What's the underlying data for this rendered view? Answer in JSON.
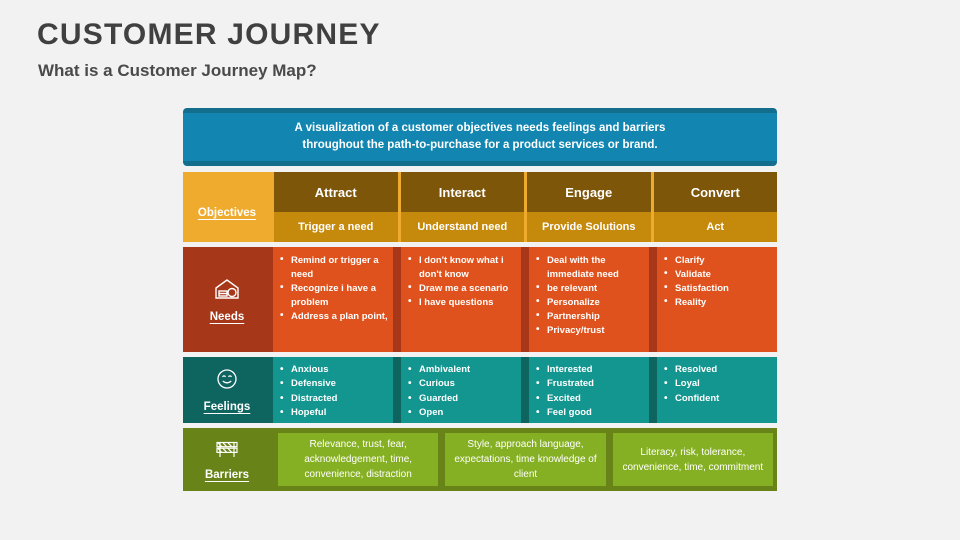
{
  "header": {
    "title": "CUSTOMER JOURNEY",
    "subtitle": "What is a Customer Journey Map?"
  },
  "banner": {
    "line1": "A visualization of a customer objectives needs feelings and barriers",
    "line2": "throughout the path-to-purchase for a product services or brand."
  },
  "colors": {
    "banner": "#1286b0",
    "banner_edge": "#136e8e",
    "objectives_label": "#eeab2d",
    "objectives_top": "#7d5609",
    "objectives_bottom": "#c5890c",
    "needs_label": "#a63718",
    "needs_cell": "#e0521d",
    "feelings_label": "#0e6560",
    "feelings_cell": "#13968f",
    "barriers_label": "#688418",
    "barriers_cell": "#86b023",
    "title_text": "#404040",
    "background": "#f2f2f2"
  },
  "rows": {
    "objectives": {
      "label": "Objectives",
      "stages": [
        {
          "name": "Attract",
          "goal": "Trigger a need"
        },
        {
          "name": "Interact",
          "goal": "Understand need"
        },
        {
          "name": "Engage",
          "goal": "Provide  Solutions"
        },
        {
          "name": "Convert",
          "goal": "Act"
        }
      ]
    },
    "needs": {
      "label": "Needs",
      "icon": "house-icon",
      "columns": [
        {
          "items": [
            "Remind or trigger a need",
            "Recognize i have a problem",
            "Address a plan point,"
          ]
        },
        {
          "items": [
            "I don't know what i don't know",
            "Draw me a scenario",
            "I have questions"
          ]
        },
        {
          "items": [
            "Deal with the immediate need",
            "be relevant",
            "Personalize",
            "Partnership",
            "Privacy/trust"
          ]
        },
        {
          "items": [
            "Clarify",
            " Validate",
            "Satisfaction",
            "Reality"
          ]
        }
      ]
    },
    "feelings": {
      "label": "Feelings",
      "icon": "smiley-face-icon",
      "columns": [
        {
          "items": [
            "Anxious",
            "Defensive",
            "Distracted",
            "Hopeful"
          ]
        },
        {
          "items": [
            "Ambivalent",
            "Curious",
            "Guarded",
            "Open"
          ]
        },
        {
          "items": [
            "Interested",
            "Frustrated",
            "Excited",
            "Feel good"
          ]
        },
        {
          "items": [
            "Resolved",
            "Loyal",
            "Confident"
          ]
        }
      ]
    },
    "barriers": {
      "label": "Barriers",
      "icon": "road-barricade-icon",
      "columns": [
        {
          "text": "Relevance, trust, fear, acknowledgement, time, convenience, distraction"
        },
        {
          "text": "Style, approach language, expectations, time knowledge of client"
        },
        {
          "text": "Literacy, risk, tolerance, convenience, time, commitment"
        }
      ]
    }
  }
}
